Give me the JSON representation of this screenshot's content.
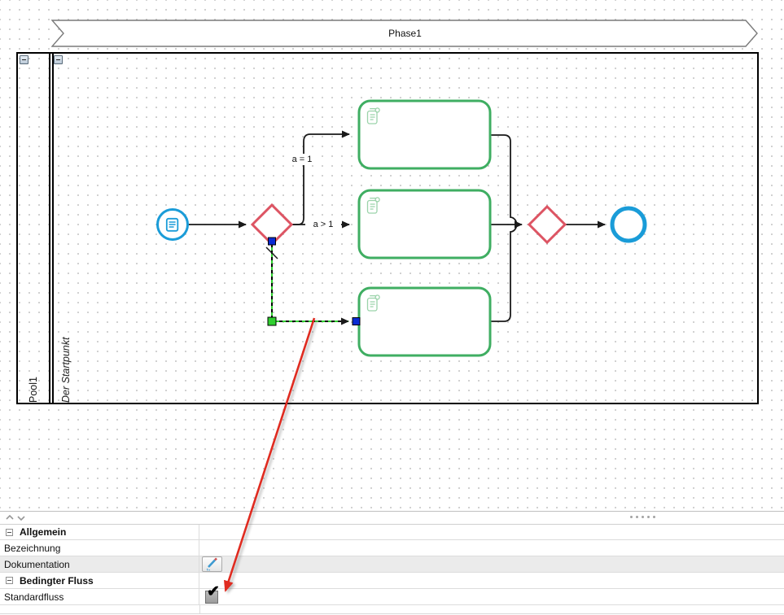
{
  "diagram": {
    "phase": {
      "label": "Phase1"
    },
    "pool": {
      "label": "Pool1",
      "lane_label": "Der Startpunkt"
    },
    "flow_labels": {
      "to_top_task": "a = 1",
      "to_middle_task": "a > 1"
    },
    "icons": {
      "start_event_icon": "document-page",
      "task_marker_icon": "script-scroll",
      "collapse_icon": "minus",
      "default_flow_marker": "slash",
      "edit_icon": "pencil"
    },
    "colors": {
      "event_blue": "#1a9cd8",
      "task_green": "#3fae62",
      "gateway_red": "#dd5463",
      "flow_black": "#1a1a1a",
      "selection_green": "#2fd02f",
      "handle_blue": "#0a2bd4",
      "annotation_red": "#e02b20"
    }
  },
  "properties_panel": {
    "rows": [
      {
        "type": "section",
        "label": "Allgemein"
      },
      {
        "type": "field",
        "label": "Bezeichnung",
        "value": ""
      },
      {
        "type": "field",
        "label": "Dokumentation",
        "value": "",
        "control": "edit-button"
      },
      {
        "type": "section",
        "label": "Bedingter Fluss"
      },
      {
        "type": "field",
        "label": "Standardfluss",
        "value": "checked",
        "control": "checkbox"
      }
    ],
    "checkbox_glyph": "✔"
  }
}
